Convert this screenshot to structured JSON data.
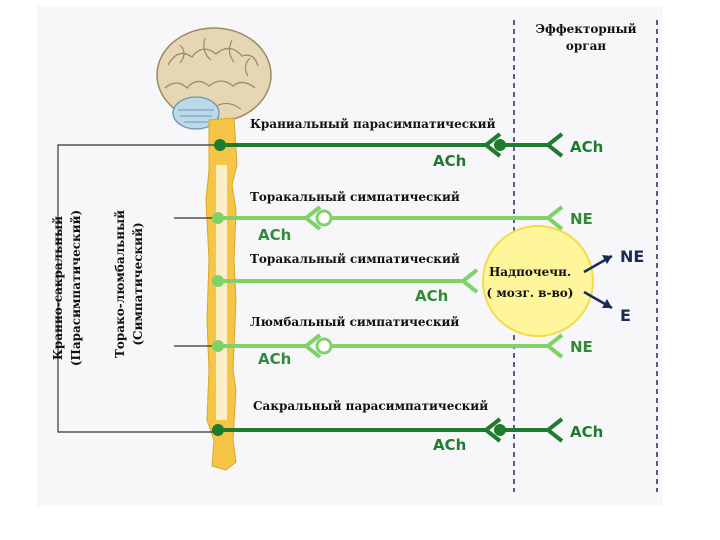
{
  "effector_label_line1": "Эффекторный",
  "effector_label_line2": "орган",
  "pathways": [
    {
      "name": "Краниальный парасимпатический",
      "pre": "ACh",
      "post": "ACh",
      "type": "parasympathetic"
    },
    {
      "name": "Торакальный симпатический",
      "pre": "ACh",
      "post": "NE",
      "type": "sympathetic"
    },
    {
      "name": "Торакальный симпатический",
      "pre": "ACh",
      "type": "adrenal"
    },
    {
      "name": "Люмбальный симпатический",
      "pre": "ACh",
      "post": "NE",
      "type": "sympathetic"
    },
    {
      "name": "Сакральный парасимпатический",
      "pre": "ACh",
      "post": "ACh",
      "type": "parasympathetic"
    }
  ],
  "adrenal": {
    "line1": "Надпочечн.",
    "line2": "( мозг. в-во)",
    "out_top": "NE",
    "out_bottom": "E"
  },
  "side_labels": {
    "craniosacral_line1": "Кранио-сакральный",
    "craniosacral_line2": "(Парасимпатический)",
    "thoracolumbar_line1": "Торако-люмбальный",
    "thoracolumbar_line2": "(Симпатический)"
  },
  "colors": {
    "parasympathetic": "#1e7b2f",
    "sympathetic": "#7fd16a",
    "spinal_cord": "#f5c646",
    "adrenal": "#fff59a",
    "dashed_line": "#2a3a6a"
  }
}
